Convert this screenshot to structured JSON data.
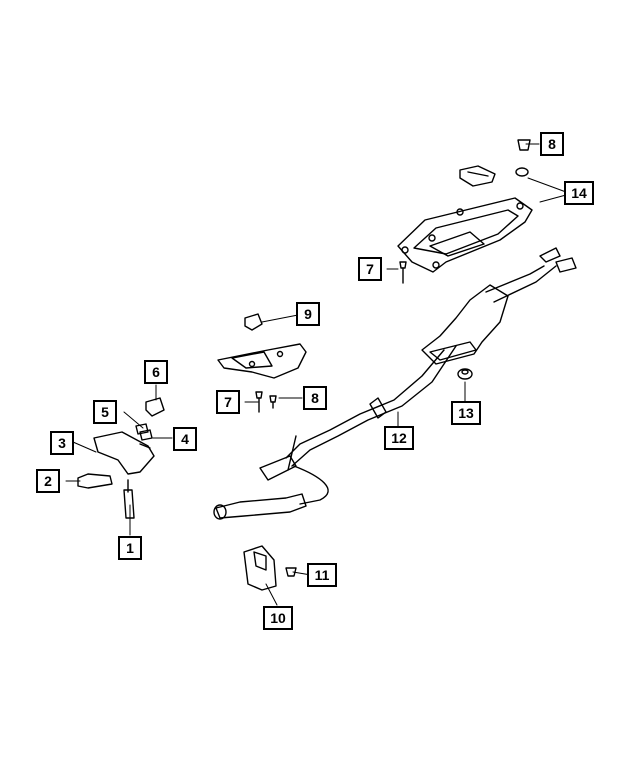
{
  "diagram": {
    "callouts": [
      {
        "id": "c1",
        "label": "1"
      },
      {
        "id": "c2",
        "label": "2"
      },
      {
        "id": "c3",
        "label": "3"
      },
      {
        "id": "c4",
        "label": "4"
      },
      {
        "id": "c5",
        "label": "5"
      },
      {
        "id": "c6",
        "label": "6"
      },
      {
        "id": "c7a",
        "label": "7"
      },
      {
        "id": "c7b",
        "label": "7"
      },
      {
        "id": "c8a",
        "label": "8"
      },
      {
        "id": "c8b",
        "label": "8"
      },
      {
        "id": "c9",
        "label": "9"
      },
      {
        "id": "c10",
        "label": "10"
      },
      {
        "id": "c11",
        "label": "11"
      },
      {
        "id": "c12",
        "label": "12"
      },
      {
        "id": "c13",
        "label": "13"
      },
      {
        "id": "c14",
        "label": "14"
      }
    ]
  }
}
